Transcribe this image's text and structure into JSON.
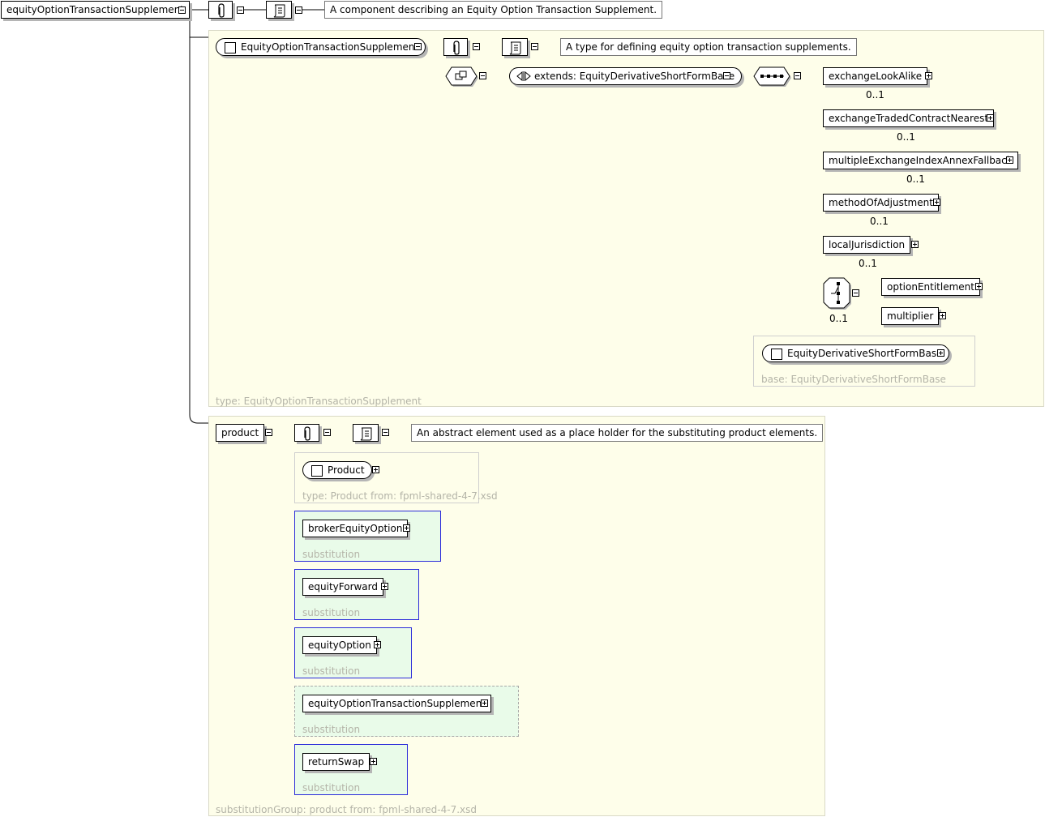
{
  "root": {
    "name": "equityOptionTransactionSupplement",
    "doc": "A component describing an Equity Option Transaction Supplement."
  },
  "complex_type": {
    "name": "EquityOptionTransactionSupplement",
    "doc": "A type for defining equity option transaction supplements.",
    "extends_label": "extends: EquityDerivativeShortFormBase",
    "panel_label": "type: EquityOptionTransactionSupplement",
    "sequence_children": [
      {
        "name": "exchangeLookAlike",
        "card": "0..1"
      },
      {
        "name": "exchangeTradedContractNearest",
        "card": "0..1"
      },
      {
        "name": "multipleExchangeIndexAnnexFallback",
        "card": "0..1"
      },
      {
        "name": "methodOfAdjustment",
        "card": "0..1"
      },
      {
        "name": "localJurisdiction",
        "card": "0..1"
      }
    ],
    "choice": {
      "card": "0..1",
      "children": [
        "optionEntitlement",
        "multiplier"
      ]
    },
    "base": {
      "name": "EquityDerivativeShortFormBase",
      "label": "base: EquityDerivativeShortFormBase"
    }
  },
  "product": {
    "name": "product",
    "doc": "An abstract element used as a place holder for the substituting product elements.",
    "type_name": "Product",
    "type_label": "type: Product from: fpml-shared-4-7.xsd",
    "panel_label": "substitutionGroup: product from: fpml-shared-4-7.xsd",
    "substitutions": [
      {
        "name": "brokerEquityOption",
        "label": "substitution"
      },
      {
        "name": "equityForward",
        "label": "substitution"
      },
      {
        "name": "equityOption",
        "label": "substitution"
      },
      {
        "name": "equityOptionTransactionSupplement",
        "label": "substitution"
      },
      {
        "name": "returnSwap",
        "label": "substitution"
      }
    ]
  },
  "icons": {
    "annotation": "paperclip-icon",
    "documentation": "scroll-icon",
    "sequence": "sequence-compositor-icon",
    "choice": "choice-compositor-icon",
    "complex_content": "complex-content-icon",
    "extension": "extension-icon"
  },
  "colors": {
    "panel_background": "#fefeea",
    "substitution_background": "#e9fbe9",
    "substitution_border": "#2b2bd9",
    "panel_label": "#b4b4a8"
  }
}
